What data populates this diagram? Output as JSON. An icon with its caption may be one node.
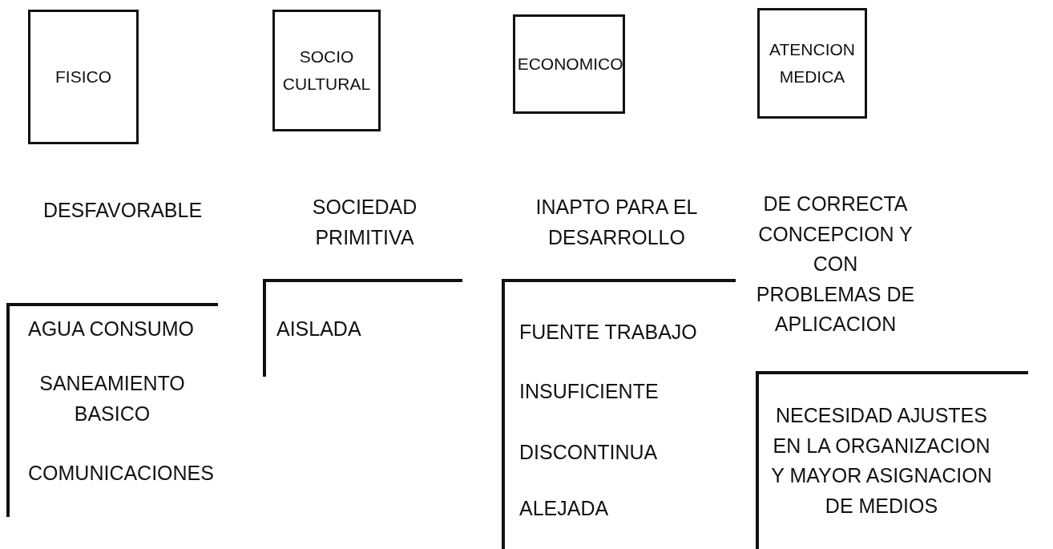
{
  "diagram": {
    "nodes": [
      {
        "text": [
          "FISICO"
        ]
      },
      {
        "text": [
          "SOCIO CULTURAL"
        ]
      },
      {
        "text": [
          "ECONOMICO"
        ]
      },
      {
        "text": [
          "ATENCION MEDICA"
        ]
      }
    ],
    "labels": [
      "DESFAVORABLE",
      "AGUA CONSUMO",
      "SANEAMIENTO BASICO",
      "COMUNICACIONES",
      "SOCIEDAD PRIMITIVA",
      "AISLADA",
      "INAPTO PARA EL DESARROLLO",
      "FUENTE TRABAJO",
      "INSUFICIENTE",
      "DISCONTINUA",
      "ALEJADA",
      "DE CORRECTA CONCEPCION Y CON PROBLEMAS DE APLICACION",
      "NECESIDAD AJUSTES EN LA ORGANIZACION Y MAYOR ASIGNACION DE MEDIOS"
    ]
  }
}
